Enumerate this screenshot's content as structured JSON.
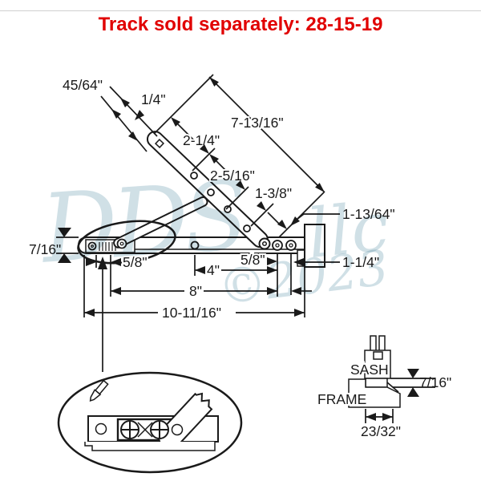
{
  "page": {
    "title": "Track sold separately: 28-15-19",
    "title_color": "#e10000",
    "line_color": "#1a1a1a"
  },
  "watermark": {
    "text_main": "DDS",
    "text_llc": "llc",
    "text_year": "©2023",
    "color": "#a9c6d2"
  },
  "main_drawing": {
    "labels": {
      "len_45_64": "45/64\"",
      "len_1_4": "1/4\"",
      "len_7_13_16": "7-13/16\"",
      "len_2_1_4": "2-1/4\"",
      "len_2_5_16": "2-5/16\"",
      "len_1_3_8": "1-3/8\"",
      "len_1_13_64": "1-13/64\"",
      "height_7_16": "7/16\"",
      "len_5_8_left": "5/8\"",
      "len_4": "4\"",
      "len_5_8_right": "5/8\"",
      "len_8": "8\"",
      "len_10_11_16": "10-11/16\"",
      "len_1_1_4": "1-1/4\""
    }
  },
  "cross_section": {
    "sash_label": "SASH",
    "frame_label": "FRAME",
    "gap_7_16": "7/16\"",
    "width_23_32": "23/32\""
  }
}
